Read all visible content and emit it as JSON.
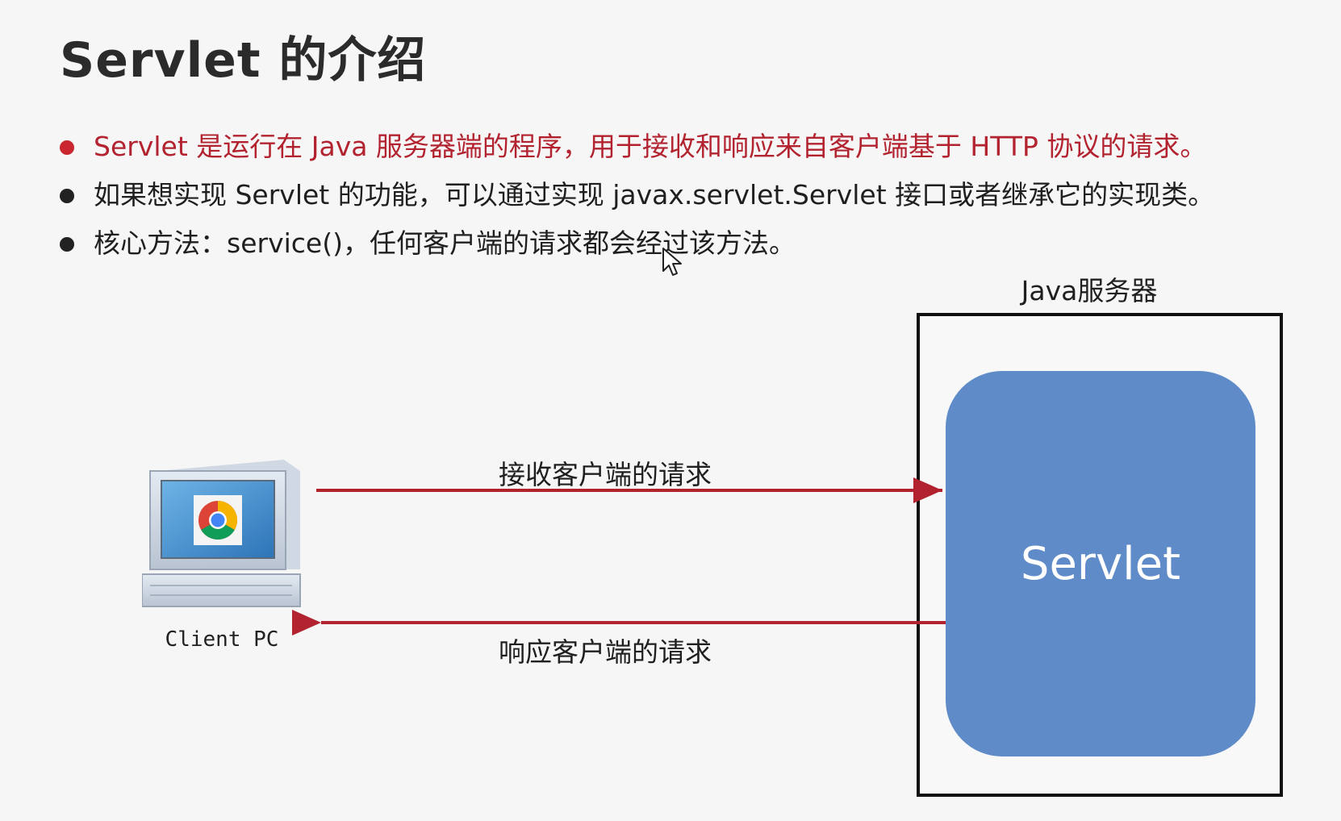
{
  "title": "Servlet 的介绍",
  "bullets": [
    {
      "text": "Servlet 是运行在 Java 服务器端的程序，用于接收和响应来自客户端基于 HTTP 协议的请求。",
      "highlight": true
    },
    {
      "text": "如果想实现 Servlet 的功能，可以通过实现 javax.servlet.Servlet 接口或者继承它的实现类。",
      "highlight": false
    },
    {
      "text": "核心方法：service()，任何客户端的请求都会经过该方法。",
      "highlight": false
    }
  ],
  "diagram": {
    "server_label": "Java服务器",
    "servlet_label": "Servlet",
    "request_label": "接收客户端的请求",
    "response_label": "响应客户端的请求",
    "client_label": "Client PC",
    "arrow_color": "#b2232f",
    "servlet_color": "#5f8bc8"
  },
  "icons": [
    "bullet-dot-icon",
    "computer-icon",
    "chrome-logo-icon",
    "mouse-cursor-icon"
  ]
}
